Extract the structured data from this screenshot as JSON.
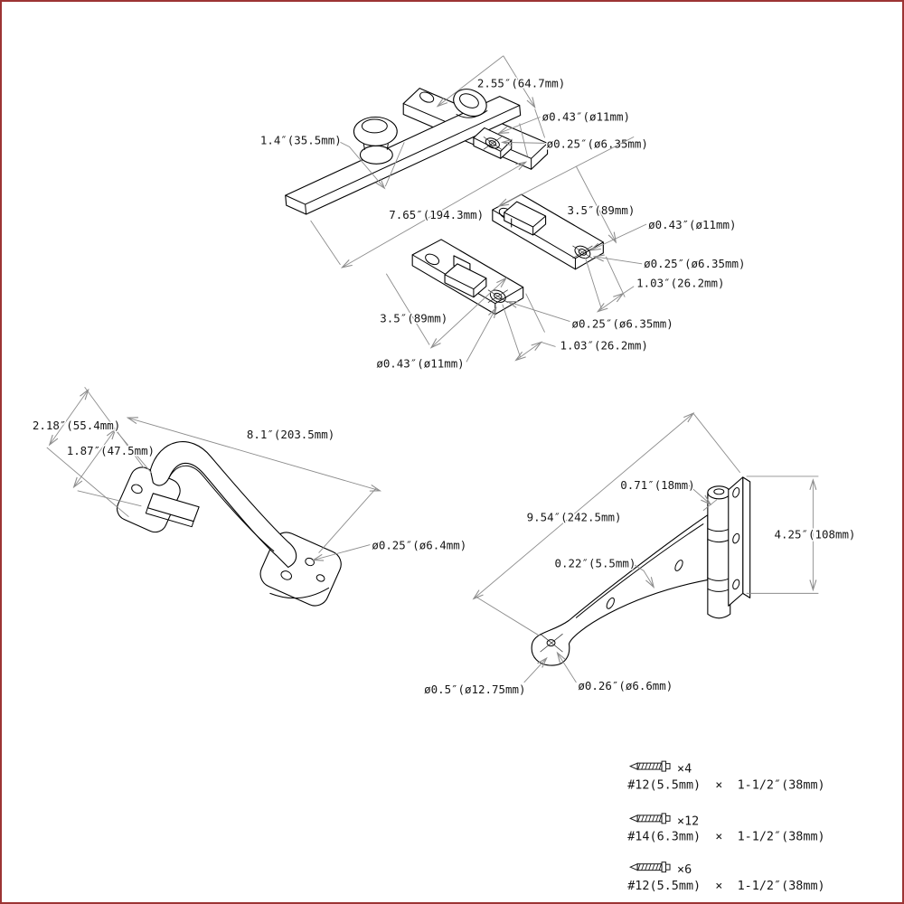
{
  "page": {
    "background": "#ffffff",
    "border_color": "#9c3434",
    "part_line_color": "#000000",
    "dim_line_color": "#8c8c8c",
    "text_color": "#161616"
  },
  "parts": {
    "swivel_latch": {
      "plate_length": "2.55″(64.7mm)",
      "knob_offset": "1.4″(35.5mm)",
      "bar_length": "7.65″(194.3mm)",
      "hole_outer": "ø0.43″(ø11mm)",
      "hole_inner": "ø0.25″(ø6.35mm)"
    },
    "keeper_a": {
      "length": "3.5″(89mm)",
      "hole_outer": "ø0.43″(ø11mm)",
      "hole_inner": "ø0.25″(ø6.35mm)",
      "edge_offset": "1.03″(26.2mm)"
    },
    "keeper_b": {
      "length": "3.5″(89mm)",
      "hole_inner": "ø0.25″(ø6.35mm)",
      "edge_offset": "1.03″(26.2mm)",
      "hole_outer": "ø0.43″(ø11mm)"
    },
    "handle": {
      "flange_width": "2.18″(55.4mm)",
      "flange_inner": "1.87″(47.5mm)",
      "length": "8.1″(203.5mm)",
      "hole": "ø0.25″(ø6.4mm)"
    },
    "t_hinge": {
      "barrel_dia": "0.71″(18mm)",
      "length": "9.54″(242.5mm)",
      "thickness": "0.22″(5.5mm)",
      "leaf_height": "4.25″(108mm)",
      "end_dia": "ø0.5″(ø12.75mm)",
      "hole_dia": "ø0.26″(ø6.6mm)"
    }
  },
  "hardware": {
    "screws": [
      {
        "count": "×4",
        "spec": "#12(5.5mm)  ×  1-1/2″(38mm)"
      },
      {
        "count": "×12",
        "spec": "#14(6.3mm)  ×  1-1/2″(38mm)"
      },
      {
        "count": "×6",
        "spec": "#12(5.5mm)  ×  1-1/2″(38mm)"
      }
    ]
  }
}
